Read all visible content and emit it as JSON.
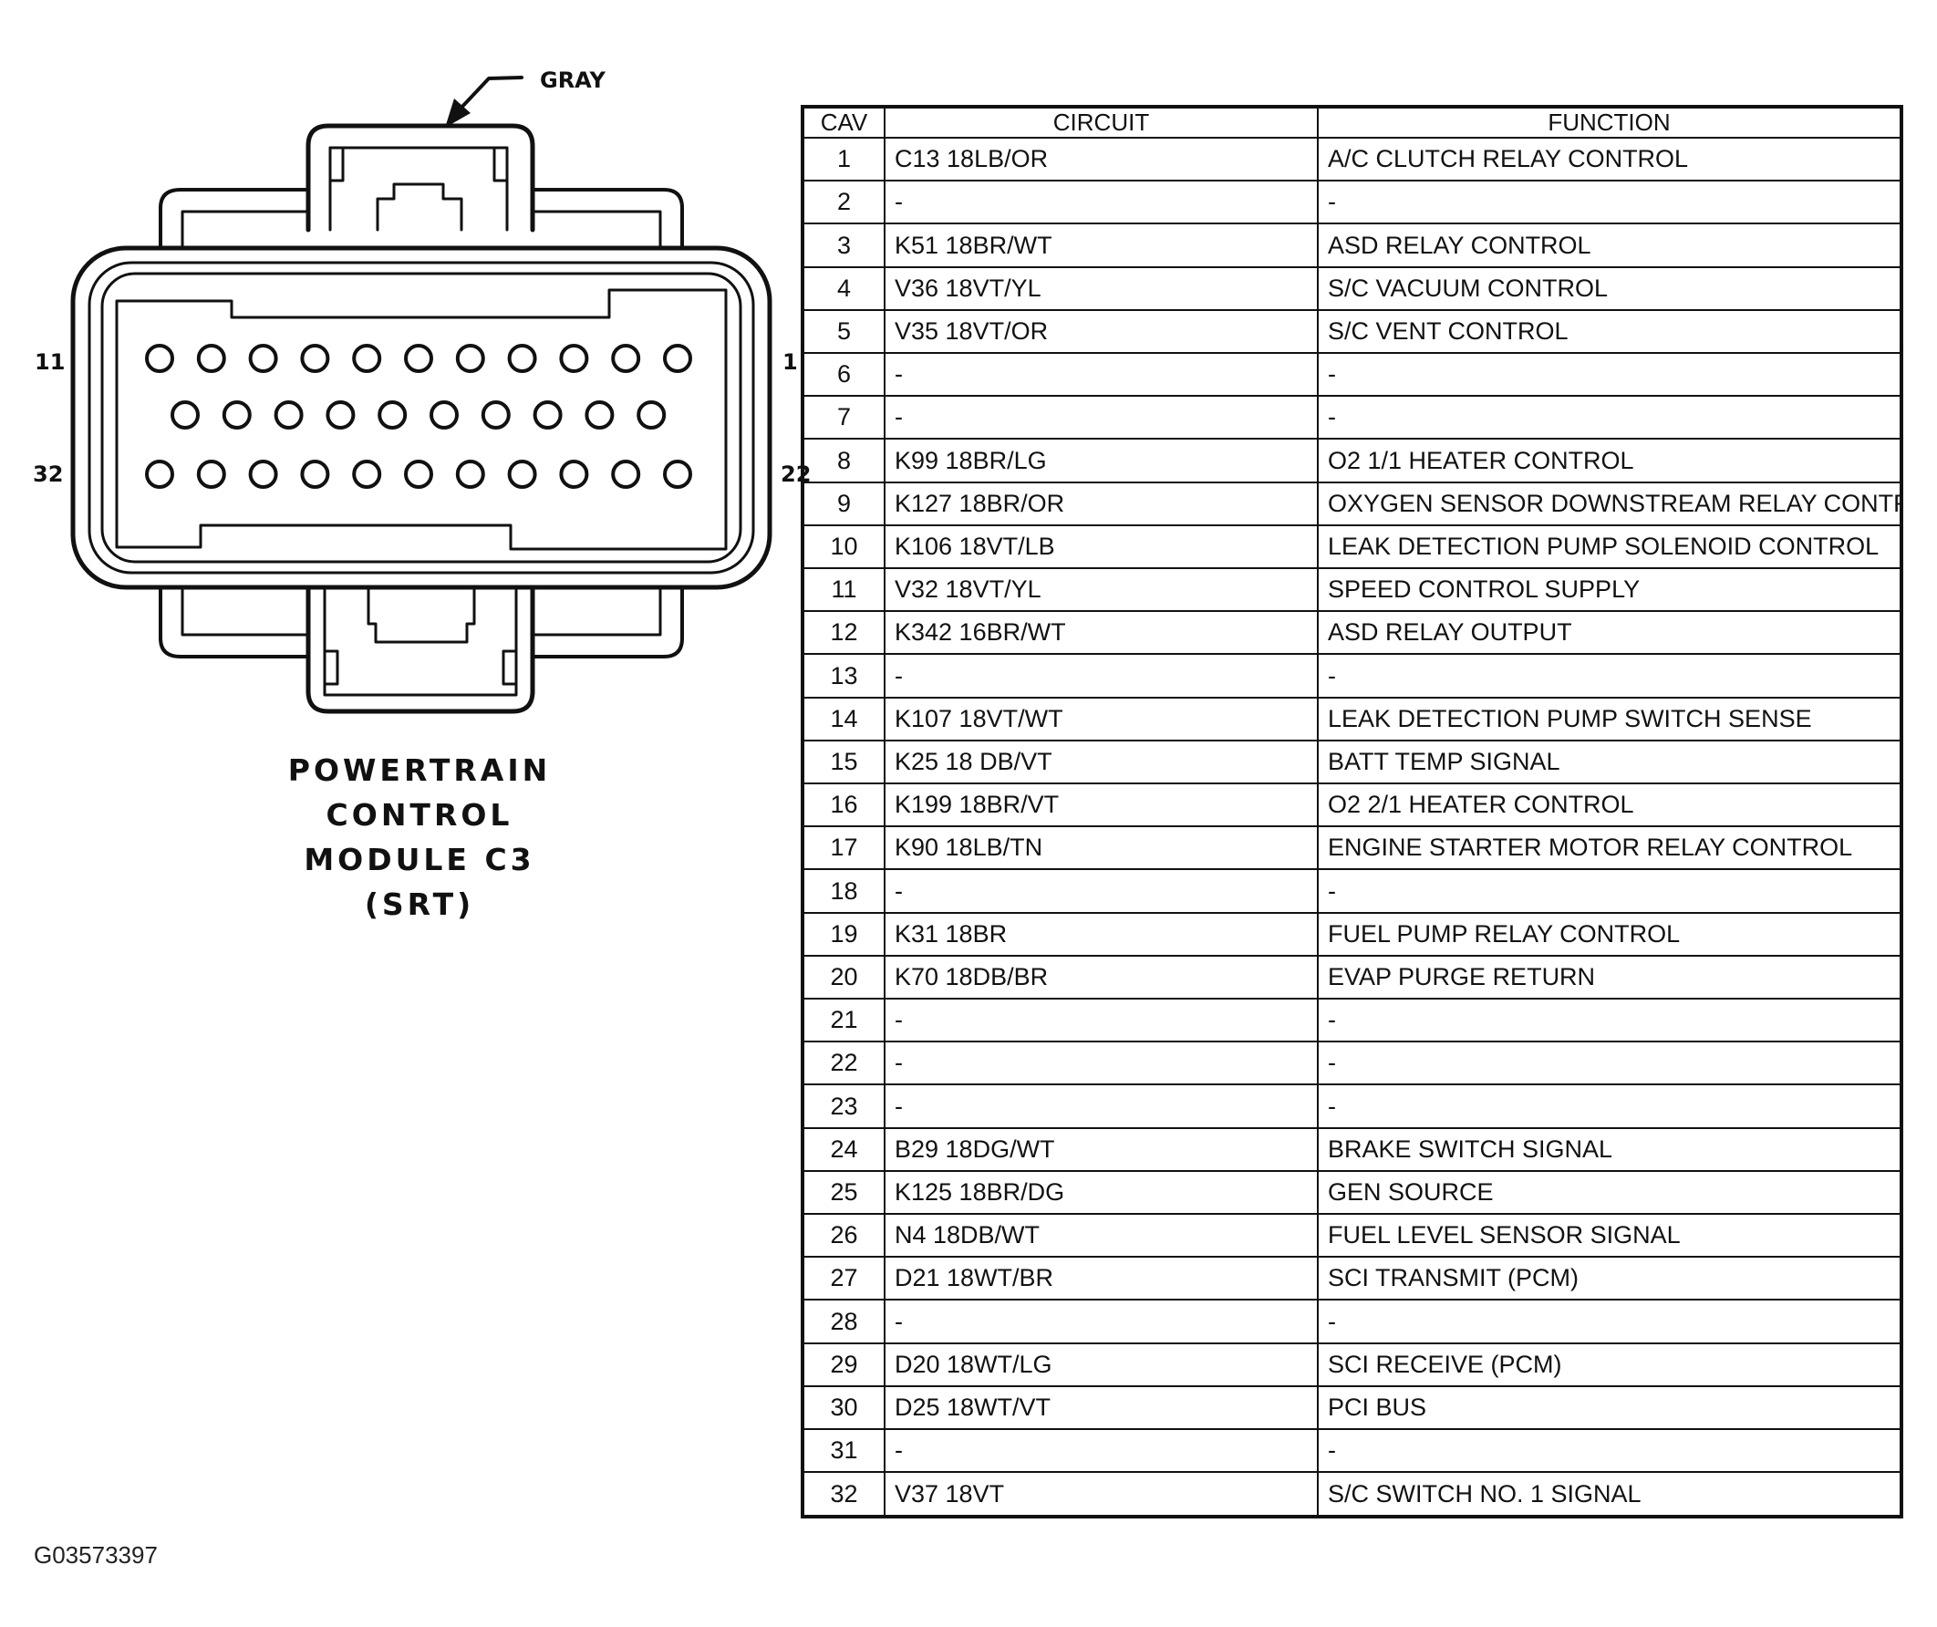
{
  "connector": {
    "color_label": "GRAY",
    "pin_labels": {
      "top_left": "11",
      "top_right": "1",
      "bottom_left": "32",
      "bottom_right": "22"
    },
    "title_lines": [
      "POWERTRAIN",
      "CONTROL",
      "MODULE C3",
      "(SRT)"
    ]
  },
  "table": {
    "headers": [
      "CAV",
      "CIRCUIT",
      "FUNCTION"
    ],
    "rows": [
      {
        "cav": "1",
        "circuit": "C13  18LB/OR",
        "function": "A/C  CLUTCH  RELAY  CONTROL"
      },
      {
        "cav": "2",
        "circuit": "-",
        "function": "-"
      },
      {
        "cav": "3",
        "circuit": "K51  18BR/WT",
        "function": "ASD  RELAY  CONTROL"
      },
      {
        "cav": "4",
        "circuit": "V36  18VT/YL",
        "function": "S/C  VACUUM  CONTROL"
      },
      {
        "cav": "5",
        "circuit": "V35  18VT/OR",
        "function": "S/C  VENT  CONTROL"
      },
      {
        "cav": "6",
        "circuit": "-",
        "function": "-"
      },
      {
        "cav": "7",
        "circuit": "-",
        "function": "-"
      },
      {
        "cav": "8",
        "circuit": "K99  18BR/LG",
        "function": "O2  1/1  HEATER  CONTROL"
      },
      {
        "cav": "9",
        "circuit": "K127  18BR/OR",
        "function": "OXYGEN  SENSOR  DOWNSTREAM  RELAY  CONTROL"
      },
      {
        "cav": "10",
        "circuit": "K106  18VT/LB",
        "function": "LEAK  DETECTION  PUMP  SOLENOID  CONTROL"
      },
      {
        "cav": "11",
        "circuit": "V32  18VT/YL",
        "function": "SPEED  CONTROL  SUPPLY"
      },
      {
        "cav": "12",
        "circuit": "K342  16BR/WT",
        "function": "ASD  RELAY  OUTPUT"
      },
      {
        "cav": "13",
        "circuit": "-",
        "function": "-"
      },
      {
        "cav": "14",
        "circuit": "K107  18VT/WT",
        "function": "LEAK  DETECTION  PUMP  SWITCH  SENSE"
      },
      {
        "cav": "15",
        "circuit": "K25  18  DB/VT",
        "function": "BATT  TEMP  SIGNAL"
      },
      {
        "cav": "16",
        "circuit": "K199  18BR/VT",
        "function": "O2  2/1  HEATER  CONTROL"
      },
      {
        "cav": "17",
        "circuit": "K90  18LB/TN",
        "function": "ENGINE  STARTER  MOTOR  RELAY  CONTROL"
      },
      {
        "cav": "18",
        "circuit": "-",
        "function": "-"
      },
      {
        "cav": "19",
        "circuit": "K31  18BR",
        "function": "FUEL  PUMP  RELAY  CONTROL"
      },
      {
        "cav": "20",
        "circuit": "K70  18DB/BR",
        "function": "EVAP  PURGE  RETURN"
      },
      {
        "cav": "21",
        "circuit": "-",
        "function": "-"
      },
      {
        "cav": "22",
        "circuit": "-",
        "function": "-"
      },
      {
        "cav": "23",
        "circuit": "-",
        "function": "-"
      },
      {
        "cav": "24",
        "circuit": "B29  18DG/WT",
        "function": "BRAKE  SWITCH  SIGNAL"
      },
      {
        "cav": "25",
        "circuit": "K125  18BR/DG",
        "function": "GEN  SOURCE"
      },
      {
        "cav": "26",
        "circuit": "N4  18DB/WT",
        "function": "FUEL  LEVEL  SENSOR  SIGNAL"
      },
      {
        "cav": "27",
        "circuit": "D21  18WT/BR",
        "function": "SCI  TRANSMIT  (PCM)"
      },
      {
        "cav": "28",
        "circuit": "-",
        "function": "-"
      },
      {
        "cav": "29",
        "circuit": "D20  18WT/LG",
        "function": "SCI  RECEIVE  (PCM)"
      },
      {
        "cav": "30",
        "circuit": "D25  18WT/VT",
        "function": "PCI  BUS"
      },
      {
        "cav": "31",
        "circuit": "-",
        "function": "-"
      },
      {
        "cav": "32",
        "circuit": "V37  18VT",
        "function": "S/C  SWITCH  NO.  1  SIGNAL"
      }
    ]
  },
  "figure_id": "G03573397"
}
